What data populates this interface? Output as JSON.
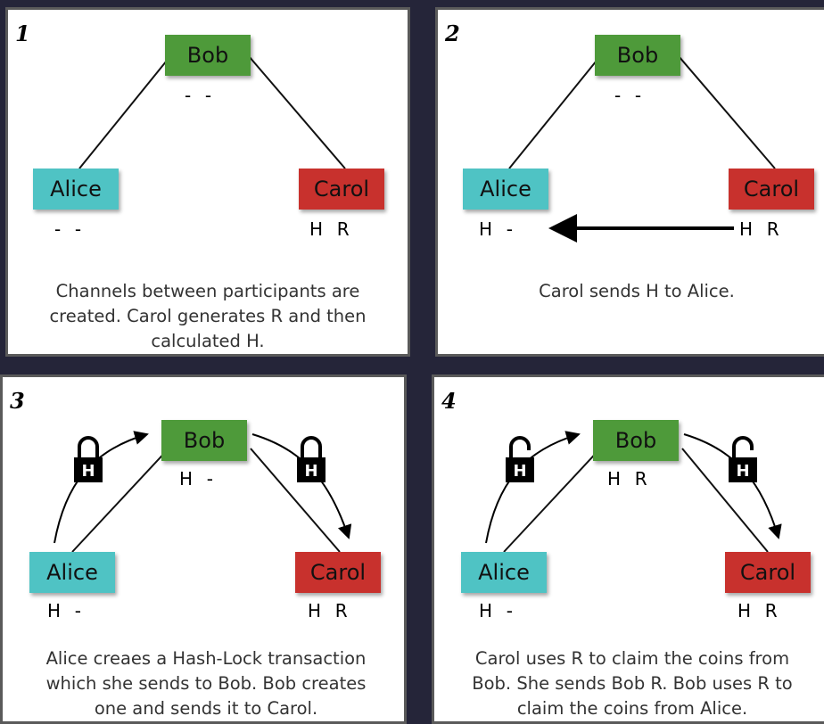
{
  "colors": {
    "bob": "#4e9a3a",
    "alice": "#4fc3c4",
    "carol": "#c8312d",
    "background": "#252539"
  },
  "panels": [
    {
      "number": "1",
      "bob": {
        "label": "Bob",
        "values": "-  -"
      },
      "alice": {
        "label": "Alice",
        "values": "-  -"
      },
      "carol": {
        "label": "Carol",
        "values": "H  R"
      },
      "caption": [
        "Channels between participants are",
        "created. Carol generates R and then",
        "calculated H."
      ]
    },
    {
      "number": "2",
      "bob": {
        "label": "Bob",
        "values": "-  -"
      },
      "alice": {
        "label": "Alice",
        "values": "H  -"
      },
      "carol": {
        "label": "Carol",
        "values": "H  R"
      },
      "caption": [
        "Carol sends H to Alice."
      ]
    },
    {
      "number": "3",
      "bob": {
        "label": "Bob",
        "values": "H  -"
      },
      "alice": {
        "label": "Alice",
        "values": "H  -"
      },
      "carol": {
        "label": "Carol",
        "values": "H  R"
      },
      "lock_label": "H",
      "caption": [
        "Alice creaes a Hash-Lock transaction",
        "which she sends to Bob. Bob creates",
        "one and sends it to Carol."
      ]
    },
    {
      "number": "4",
      "bob": {
        "label": "Bob",
        "values": "H  R"
      },
      "alice": {
        "label": "Alice",
        "values": "H  -"
      },
      "carol": {
        "label": "Carol",
        "values": "H  R"
      },
      "lock_label": "H",
      "caption": [
        "Carol uses R to claim the coins from",
        "Bob. She sends Bob R. Bob uses R to",
        "claim the coins from Alice."
      ]
    }
  ]
}
